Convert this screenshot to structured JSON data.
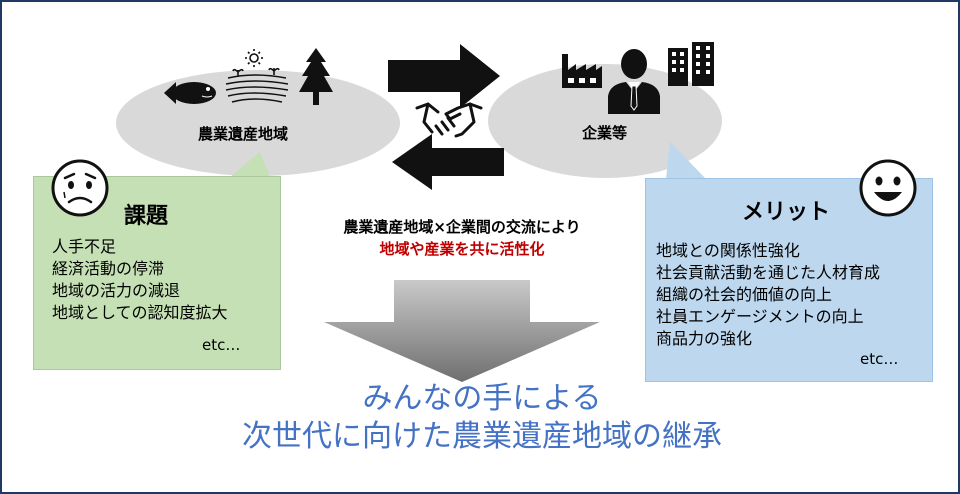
{
  "nodes": {
    "farm_region": "農業遺産地域",
    "companies": "企業等"
  },
  "center": {
    "line1": "農業遺産地域×企業間の交流により",
    "line2": "地域や産業を共に活性化"
  },
  "issues": {
    "title": "課題",
    "items": [
      "人手不足",
      "経済活動の停滞",
      "地域の活力の減退",
      "地域としての認知度拡大"
    ],
    "etc": "etc…"
  },
  "merits": {
    "title": "メリット",
    "items": [
      "地域との関係性強化",
      "社会貢献活動を通じた人材育成",
      "組織の社会的価値の向上",
      "社員エンゲージメントの向上",
      "商品力の強化"
    ],
    "etc": "etc…"
  },
  "conclusion": {
    "line1": "みんなの手による",
    "line2": "次世代に向けた農業遺産地域の継承"
  },
  "colors": {
    "frame": "#1f3864",
    "ellipse": "#d9d9d9",
    "issues_bg": "#c5e0b4",
    "merits_bg": "#bdd7ee",
    "highlight_text": "#c00000",
    "conclusion_text": "#4472c4"
  },
  "icons": [
    "fish-icon",
    "field-sun-icon",
    "tree-icon",
    "handshake-icon",
    "factory-icon",
    "businessman-icon",
    "buildings-icon",
    "worried-face-icon",
    "smiling-face-icon",
    "arrow-right-icon",
    "arrow-left-icon",
    "down-arrow-icon"
  ]
}
